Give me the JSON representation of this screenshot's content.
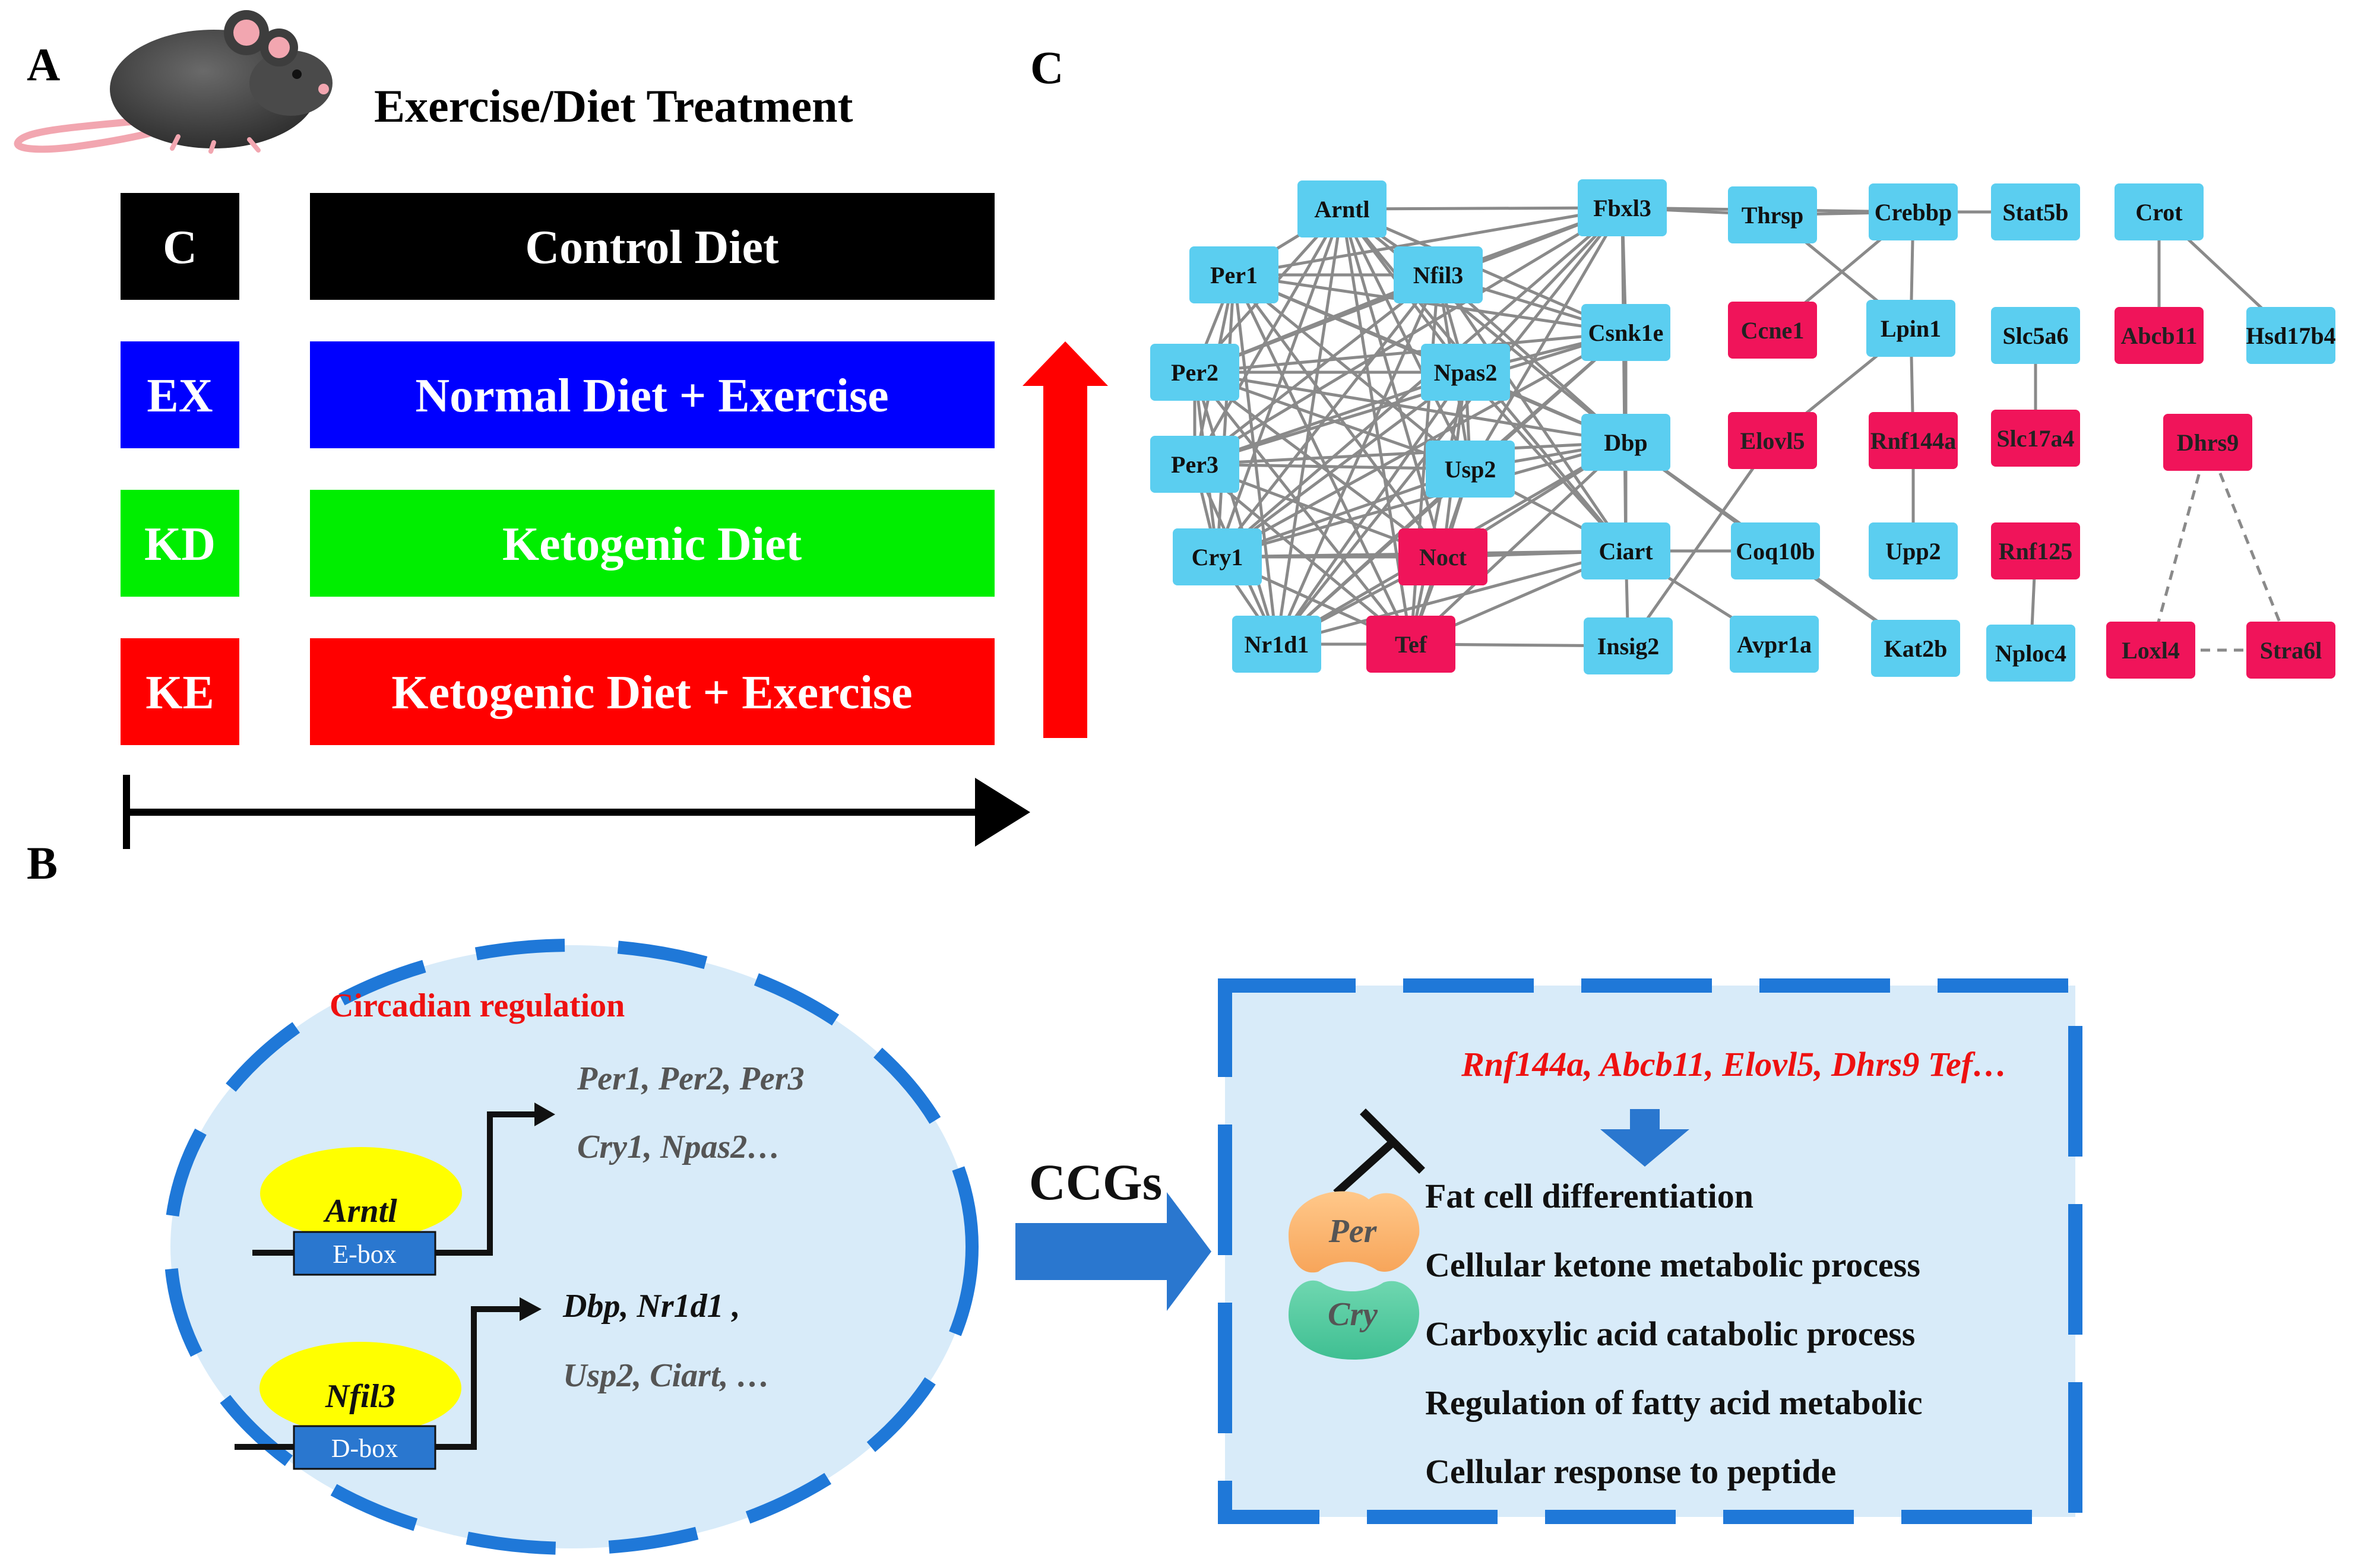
{
  "panel_a": {
    "label": "A",
    "title": "Exercise/Diet Treatment",
    "groups": [
      {
        "code": "C",
        "name": "Control Diet",
        "color": "#000000"
      },
      {
        "code": "EX",
        "name": "Normal Diet + Exercise",
        "color": "#0000ff"
      },
      {
        "code": "KD",
        "name": "Ketogenic Diet",
        "color": "#00ee00"
      },
      {
        "code": "KE",
        "name": "Ketogenic Diet + Exercise",
        "color": "#ff0000"
      }
    ],
    "up_arrow_color": "#ff0000"
  },
  "panel_b": {
    "label": "B",
    "circadian_title": "Circadian regulation",
    "arntl": "Arntl",
    "ebox": "E-box",
    "targets1_line1": "Per1, Per2, Per3",
    "targets1_line2": "Cry1, Npas2…",
    "nfil3": "Nfil3",
    "dbox": "D-box",
    "targets2_line1": "Dbp, Nr1d1 ,",
    "targets2_line2": "Usp2, Ciart, …",
    "ccgs": "CCGs",
    "genes": "Rnf144a,  Abcb11, Elovl5, Dhrs9  Tef…",
    "per": "Per",
    "cry": "Cry",
    "processes": [
      "Fat cell differentiation",
      "Cellular ketone metabolic process",
      "Carboxylic acid catabolic process",
      "Regulation of fatty acid metabolic",
      "Cellular response to peptide"
    ],
    "colors": {
      "accent_red": "#ee1111",
      "dash_blue": "#1f78d8",
      "fill_light_blue": "#d8ebf9",
      "box_blue": "#2a77cf"
    }
  },
  "panel_c": {
    "label": "C",
    "colors": {
      "cyan": "#5bcef0",
      "magenta": "#f0145a",
      "edge": "#8a8a8a"
    },
    "nodes": [
      {
        "id": "Arntl",
        "type": "cyan"
      },
      {
        "id": "Per1",
        "type": "cyan"
      },
      {
        "id": "Nfil3",
        "type": "cyan"
      },
      {
        "id": "Per2",
        "type": "cyan"
      },
      {
        "id": "Npas2",
        "type": "cyan"
      },
      {
        "id": "Per3",
        "type": "cyan"
      },
      {
        "id": "Usp2",
        "type": "cyan"
      },
      {
        "id": "Cry1",
        "type": "cyan"
      },
      {
        "id": "Noct",
        "type": "magenta"
      },
      {
        "id": "Nr1d1",
        "type": "cyan"
      },
      {
        "id": "Tef",
        "type": "magenta"
      },
      {
        "id": "Fbxl3",
        "type": "cyan"
      },
      {
        "id": "Csnk1e",
        "type": "cyan"
      },
      {
        "id": "Dbp",
        "type": "cyan"
      },
      {
        "id": "Ciart",
        "type": "cyan"
      },
      {
        "id": "Insig2",
        "type": "cyan"
      },
      {
        "id": "Thrsp",
        "type": "cyan"
      },
      {
        "id": "Ccne1",
        "type": "magenta"
      },
      {
        "id": "Elovl5",
        "type": "magenta"
      },
      {
        "id": "Coq10b",
        "type": "cyan"
      },
      {
        "id": "Avpr1a",
        "type": "cyan"
      },
      {
        "id": "Crebbp",
        "type": "cyan"
      },
      {
        "id": "Lpin1",
        "type": "cyan"
      },
      {
        "id": "Rnf144a",
        "type": "magenta"
      },
      {
        "id": "Upp2",
        "type": "cyan"
      },
      {
        "id": "Kat2b",
        "type": "cyan"
      },
      {
        "id": "Stat5b",
        "type": "cyan"
      },
      {
        "id": "Slc5a6",
        "type": "cyan"
      },
      {
        "id": "Slc17a4",
        "type": "magenta"
      },
      {
        "id": "Rnf125",
        "type": "magenta"
      },
      {
        "id": "Nploc4",
        "type": "cyan"
      },
      {
        "id": "Crot",
        "type": "cyan"
      },
      {
        "id": "Abcb11",
        "type": "magenta"
      },
      {
        "id": "Hsd17b4",
        "type": "cyan"
      },
      {
        "id": "Dhrs9",
        "type": "magenta"
      },
      {
        "id": "Loxl4",
        "type": "magenta"
      },
      {
        "id": "Stra6l",
        "type": "magenta"
      }
    ],
    "edges": [
      [
        "Arntl",
        "Per1"
      ],
      [
        "Arntl",
        "Nfil3"
      ],
      [
        "Arntl",
        "Per2"
      ],
      [
        "Arntl",
        "Npas2"
      ],
      [
        "Arntl",
        "Per3"
      ],
      [
        "Arntl",
        "Usp2"
      ],
      [
        "Arntl",
        "Cry1"
      ],
      [
        "Arntl",
        "Noct"
      ],
      [
        "Arntl",
        "Nr1d1"
      ],
      [
        "Arntl",
        "Tef"
      ],
      [
        "Arntl",
        "Fbxl3"
      ],
      [
        "Arntl",
        "Csnk1e"
      ],
      [
        "Arntl",
        "Dbp"
      ],
      [
        "Arntl",
        "Ciart"
      ],
      [
        "Per1",
        "Nfil3"
      ],
      [
        "Per1",
        "Per2"
      ],
      [
        "Per1",
        "Npas2"
      ],
      [
        "Per1",
        "Per3"
      ],
      [
        "Per1",
        "Usp2"
      ],
      [
        "Per1",
        "Cry1"
      ],
      [
        "Per1",
        "Noct"
      ],
      [
        "Per1",
        "Nr1d1"
      ],
      [
        "Per1",
        "Tef"
      ],
      [
        "Per1",
        "Fbxl3"
      ],
      [
        "Per1",
        "Csnk1e"
      ],
      [
        "Per1",
        "Dbp"
      ],
      [
        "Nfil3",
        "Per2"
      ],
      [
        "Nfil3",
        "Npas2"
      ],
      [
        "Nfil3",
        "Per3"
      ],
      [
        "Nfil3",
        "Usp2"
      ],
      [
        "Nfil3",
        "Cry1"
      ],
      [
        "Nfil3",
        "Nr1d1"
      ],
      [
        "Nfil3",
        "Tef"
      ],
      [
        "Nfil3",
        "Fbxl3"
      ],
      [
        "Nfil3",
        "Csnk1e"
      ],
      [
        "Nfil3",
        "Dbp"
      ],
      [
        "Nfil3",
        "Ciart"
      ],
      [
        "Per2",
        "Npas2"
      ],
      [
        "Per2",
        "Per3"
      ],
      [
        "Per2",
        "Usp2"
      ],
      [
        "Per2",
        "Cry1"
      ],
      [
        "Per2",
        "Noct"
      ],
      [
        "Per2",
        "Nr1d1"
      ],
      [
        "Per2",
        "Tef"
      ],
      [
        "Per2",
        "Fbxl3"
      ],
      [
        "Per2",
        "Csnk1e"
      ],
      [
        "Per2",
        "Dbp"
      ],
      [
        "Npas2",
        "Per3"
      ],
      [
        "Npas2",
        "Usp2"
      ],
      [
        "Npas2",
        "Cry1"
      ],
      [
        "Npas2",
        "Noct"
      ],
      [
        "Npas2",
        "Nr1d1"
      ],
      [
        "Npas2",
        "Tef"
      ],
      [
        "Npas2",
        "Fbxl3"
      ],
      [
        "Npas2",
        "Csnk1e"
      ],
      [
        "Npas2",
        "Dbp"
      ],
      [
        "Npas2",
        "Ciart"
      ],
      [
        "Per3",
        "Usp2"
      ],
      [
        "Per3",
        "Cry1"
      ],
      [
        "Per3",
        "Noct"
      ],
      [
        "Per3",
        "Nr1d1"
      ],
      [
        "Per3",
        "Tef"
      ],
      [
        "Per3",
        "Fbxl3"
      ],
      [
        "Per3",
        "Csnk1e"
      ],
      [
        "Per3",
        "Dbp"
      ],
      [
        "Usp2",
        "Cry1"
      ],
      [
        "Usp2",
        "Noct"
      ],
      [
        "Usp2",
        "Nr1d1"
      ],
      [
        "Usp2",
        "Tef"
      ],
      [
        "Usp2",
        "Fbxl3"
      ],
      [
        "Usp2",
        "Csnk1e"
      ],
      [
        "Usp2",
        "Dbp"
      ],
      [
        "Usp2",
        "Ciart"
      ],
      [
        "Cry1",
        "Noct"
      ],
      [
        "Cry1",
        "Nr1d1"
      ],
      [
        "Cry1",
        "Tef"
      ],
      [
        "Cry1",
        "Fbxl3"
      ],
      [
        "Cry1",
        "Csnk1e"
      ],
      [
        "Cry1",
        "Dbp"
      ],
      [
        "Cry1",
        "Ciart"
      ],
      [
        "Noct",
        "Nr1d1"
      ],
      [
        "Noct",
        "Tef"
      ],
      [
        "Noct",
        "Ciart"
      ],
      [
        "Noct",
        "Dbp"
      ],
      [
        "Nr1d1",
        "Tef"
      ],
      [
        "Nr1d1",
        "Fbxl3"
      ],
      [
        "Nr1d1",
        "Csnk1e"
      ],
      [
        "Nr1d1",
        "Dbp"
      ],
      [
        "Nr1d1",
        "Ciart"
      ],
      [
        "Tef",
        "Dbp"
      ],
      [
        "Tef",
        "Ciart"
      ],
      [
        "Tef",
        "Insig2"
      ],
      [
        "Fbxl3",
        "Thrsp"
      ],
      [
        "Fbxl3",
        "Crebbp"
      ],
      [
        "Fbxl3",
        "Csnk1e"
      ],
      [
        "Fbxl3",
        "Dbp"
      ],
      [
        "Fbxl3",
        "Ciart"
      ],
      [
        "Csnk1e",
        "Dbp"
      ],
      [
        "Csnk1e",
        "Ciart"
      ],
      [
        "Dbp",
        "Ciart"
      ],
      [
        "Ciart",
        "Insig2"
      ],
      [
        "Ciart",
        "Coq10b"
      ],
      [
        "Ciart",
        "Avpr1a"
      ],
      [
        "Dbp",
        "Coq10b"
      ],
      [
        "Dbp",
        "Kat2b"
      ],
      [
        "Insig2",
        "Elovl5"
      ],
      [
        "Coq10b",
        "Kat2b"
      ],
      [
        "Thrsp",
        "Crebbp"
      ],
      [
        "Thrsp",
        "Lpin1"
      ],
      [
        "Crebbp",
        "Ccne1"
      ],
      [
        "Crebbp",
        "Lpin1"
      ],
      [
        "Crebbp",
        "Stat5b"
      ],
      [
        "Lpin1",
        "Elovl5"
      ],
      [
        "Lpin1",
        "Rnf144a"
      ],
      [
        "Rnf144a",
        "Upp2"
      ],
      [
        "Slc5a6",
        "Slc17a4"
      ],
      [
        "Rnf125",
        "Nploc4"
      ],
      [
        "Crot",
        "Abcb11"
      ],
      [
        "Crot",
        "Hsd17b4"
      ]
    ],
    "dashed_edges": [
      [
        "Dhrs9",
        "Loxl4"
      ],
      [
        "Dhrs9",
        "Stra6l"
      ],
      [
        "Loxl4",
        "Stra6l"
      ]
    ]
  }
}
